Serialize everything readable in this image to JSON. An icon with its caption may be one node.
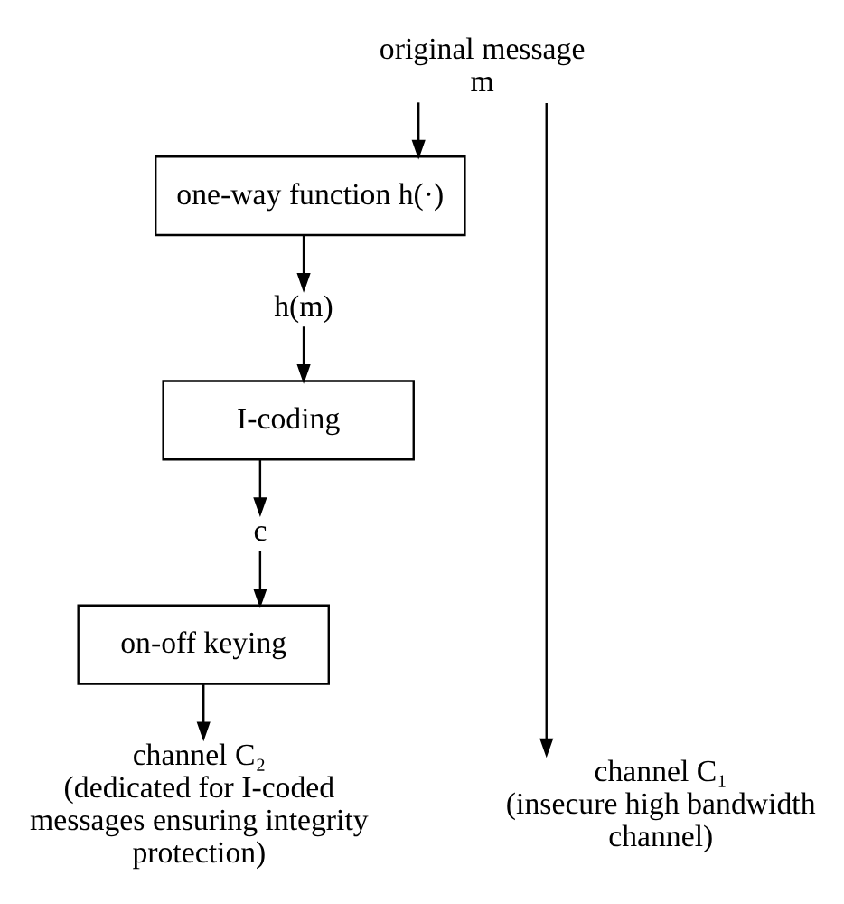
{
  "diagram": {
    "nodes": [
      {
        "text": [
          "m"
        ],
        "beside": [
          "original message"
        ]
      },
      {
        "text": [
          "one-way function h(·)"
        ]
      },
      {
        "text": [
          "h(m)"
        ]
      },
      {
        "text": [
          "I-coding"
        ]
      },
      {
        "text": [
          "c"
        ]
      },
      {
        "text": [
          "on-off keying"
        ]
      },
      {
        "text": [
          "channel C₂",
          "(dedicated for I-coded messages ensuring integrity protection)"
        ]
      },
      {
        "text": [
          "channel C₁",
          "(insecure high bandwidth channel)"
        ]
      }
    ],
    "edges": [
      {
        "from": 0,
        "to": 1,
        "arrow": "to"
      },
      {
        "from": 1,
        "to": 2,
        "arrow": "to"
      },
      {
        "from": 2,
        "to": 3,
        "arrow": "to"
      },
      {
        "from": 3,
        "to": 4,
        "arrow": "to"
      },
      {
        "from": 4,
        "to": 5,
        "arrow": "to"
      },
      {
        "from": 5,
        "to": 6,
        "arrow": "to"
      },
      {
        "from": 0,
        "to": 7,
        "arrow": "to"
      }
    ]
  }
}
